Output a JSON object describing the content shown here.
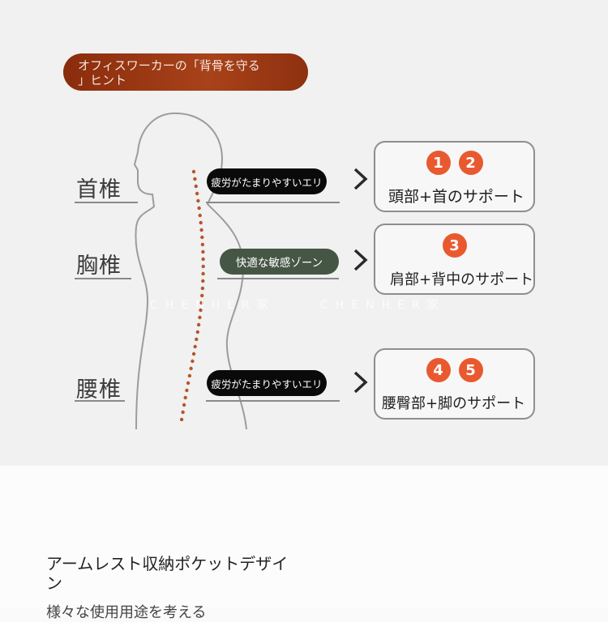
{
  "banner": {
    "line1": "オフィスワーカーの「背骨を守る",
    "line2": "」ヒント"
  },
  "regions": [
    {
      "label": "首椎",
      "pill": "疲労がたまりやすいエリ",
      "badges": [
        "1",
        "2"
      ],
      "card": "頭部+首のサポート"
    },
    {
      "label": "胸椎",
      "pill": "快適な敏感ゾーン",
      "badges": [
        "3"
      ],
      "card": "肩部+背中のサポート"
    },
    {
      "label": "腰椎",
      "pill": "疲労がたまりやすいエリ",
      "badges": [
        "4",
        "5"
      ],
      "card": "腰臀部+脚のサポート"
    }
  ],
  "watermark": {
    "left": "CHENHER家",
    "right": "CHENHER家"
  },
  "feature": {
    "title": "アームレスト収納ポケットデザイン",
    "cut_line": "様々な使用用途を考える"
  },
  "colors": {
    "banner": "#9a3a14",
    "badge": "#e9592f",
    "pill_dark": "#0a0a0a",
    "pill_green": "#465645"
  }
}
